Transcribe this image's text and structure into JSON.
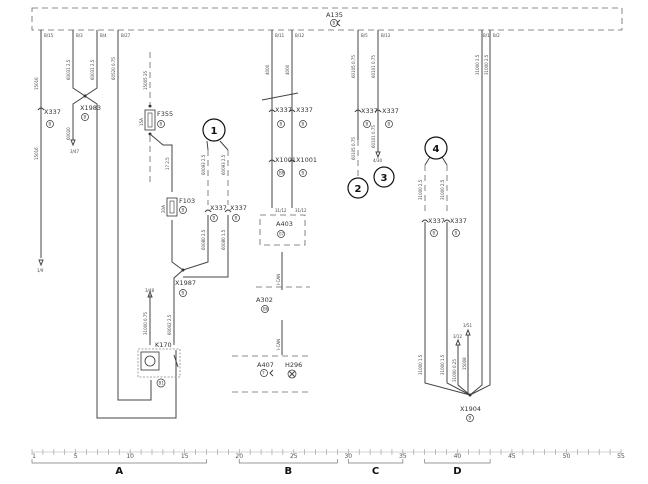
{
  "title": "A135",
  "components": {
    "a135_circle": "B",
    "x337": "X337",
    "x1983": "X1983",
    "x1983_circle": "B",
    "f355": "F355",
    "f355_rating": "15A",
    "f355_circle": "B",
    "f103": "F103",
    "f103_rating": "20A",
    "f103_circle": "B",
    "x1987": "X1987",
    "x1987_circle": "B",
    "k170": "K170",
    "k170_circle": "B1",
    "x1001": "X1001",
    "x1001_circle_a": "BR",
    "x1001_circle_b": "B",
    "a403": "A403",
    "a403_circle": "07",
    "a302": "A302",
    "a302_circle": "B6",
    "i_can": "I-CAN",
    "a407": "A407",
    "a407_circle": "F",
    "h296": "H296",
    "x1904": "X1904",
    "x1904_circle": "B",
    "x337_circle": "B"
  },
  "pins": [
    "B/15",
    "B/3",
    "B/4",
    "B/27",
    "B/11",
    "B/12",
    "B/5",
    "B/13",
    "B/1",
    "B/2",
    "31/12",
    "31/12"
  ],
  "wire_labels": [
    "15016",
    "60031 2.5",
    "60031 2.5",
    "60520 0.75",
    "15005 25",
    "60093 2.5",
    "60093 2.5",
    "60080 2.5",
    "60080 1.5",
    "17 2.5",
    "15016",
    "60020",
    "4000",
    "4000",
    "60105 0.75",
    "60101 0.75",
    "60105 0.75",
    "60101 0.75",
    "31000 2.5",
    "31000 2.5",
    "31000 1.5",
    "31000 1.5",
    "31000 0.25",
    "15008",
    "31000 0.75",
    "60002 2.5"
  ],
  "references": [
    "1/9",
    "3/47",
    "3/48",
    "4/30",
    "3/12",
    "3/51"
  ],
  "callouts": [
    "1",
    "2",
    "3",
    "4"
  ],
  "ruler": {
    "start": 1,
    "end": 55,
    "labels": [
      "1",
      "5",
      "10",
      "15",
      "20",
      "25",
      "30",
      "35",
      "40",
      "45",
      "50",
      "55"
    ],
    "sections": [
      {
        "label": "A",
        "from": 1,
        "to": 17
      },
      {
        "label": "B",
        "from": 20,
        "to": 29
      },
      {
        "label": "C",
        "from": 30,
        "to": 35
      },
      {
        "label": "D",
        "from": 37,
        "to": 43
      }
    ]
  }
}
